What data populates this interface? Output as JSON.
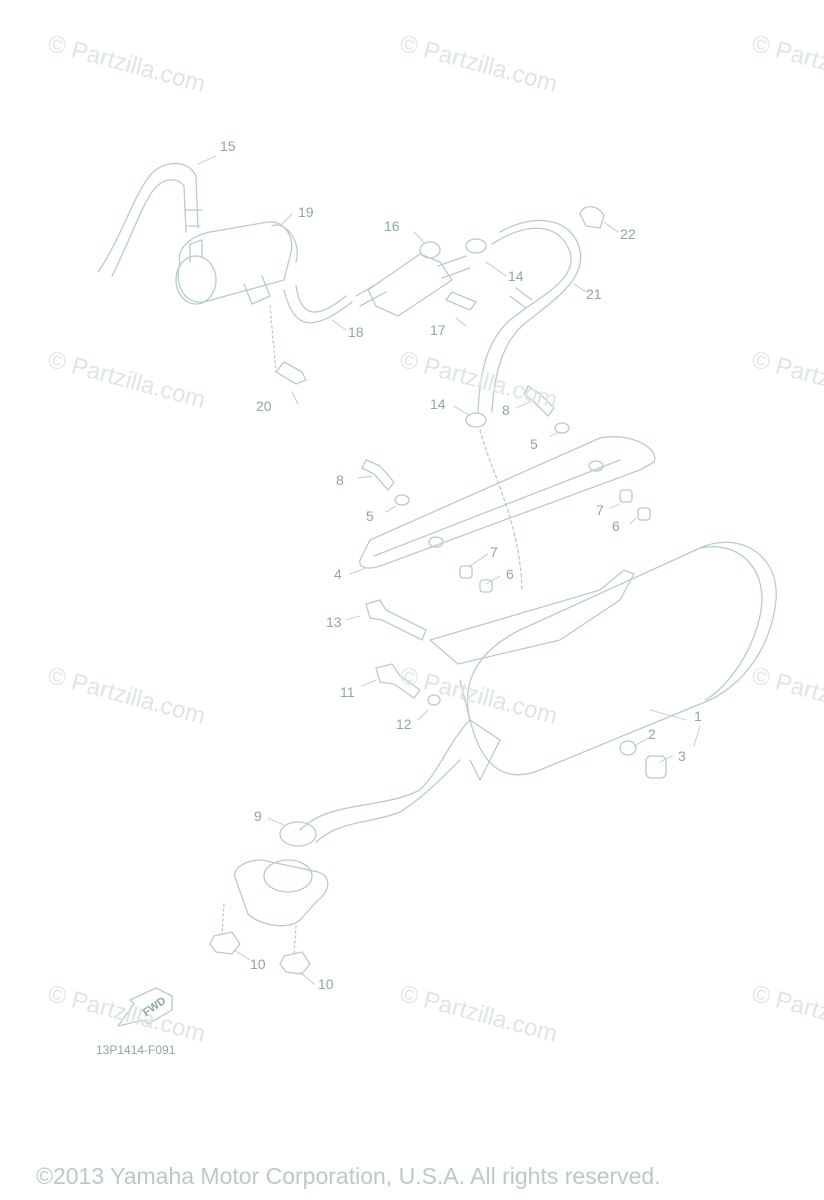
{
  "watermark": "© Partzilla.com",
  "figure_code": "13P1414-F091",
  "fwd_label": "FWD",
  "copyright": "©2013  Yamaha Motor Corporation, U.S.A. All rights reserved.",
  "callouts": [
    "1",
    "2",
    "3",
    "4",
    "5",
    "5",
    "6",
    "6",
    "7",
    "7",
    "8",
    "8",
    "9",
    "10",
    "10",
    "11",
    "12",
    "13",
    "14",
    "14",
    "15",
    "16",
    "17",
    "18",
    "19",
    "20",
    "21",
    "22"
  ]
}
